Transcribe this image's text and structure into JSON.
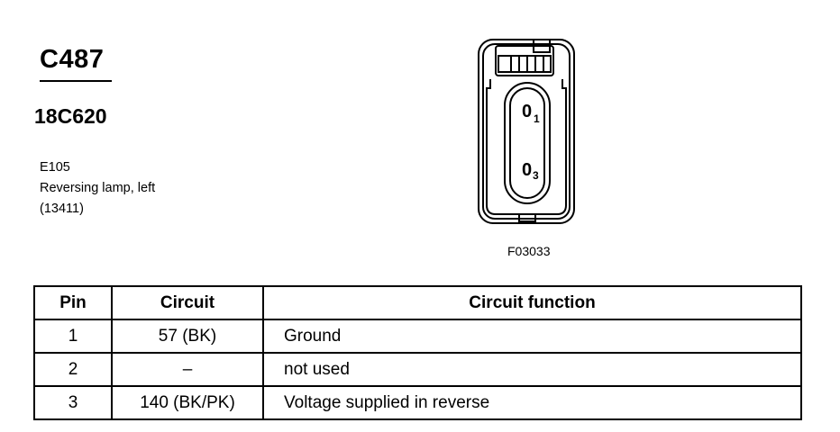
{
  "connector": {
    "id": "C487",
    "part_number": "18C620",
    "component_code": "E105",
    "component_name": "Reversing lamp, left",
    "base_number": "(13411)"
  },
  "figure": {
    "code": "F03033",
    "pin_labels": [
      {
        "main": "0",
        "sub": "1"
      },
      {
        "main": "0",
        "sub": "3"
      }
    ]
  },
  "table": {
    "headers": [
      "Pin",
      "Circuit",
      "Circuit function"
    ],
    "rows": [
      {
        "pin": "1",
        "circuit": "57 (BK)",
        "function": "Ground"
      },
      {
        "pin": "2",
        "circuit": "–",
        "function": "not used"
      },
      {
        "pin": "3",
        "circuit": "140 (BK/PK)",
        "function": "Voltage supplied in reverse"
      }
    ]
  }
}
